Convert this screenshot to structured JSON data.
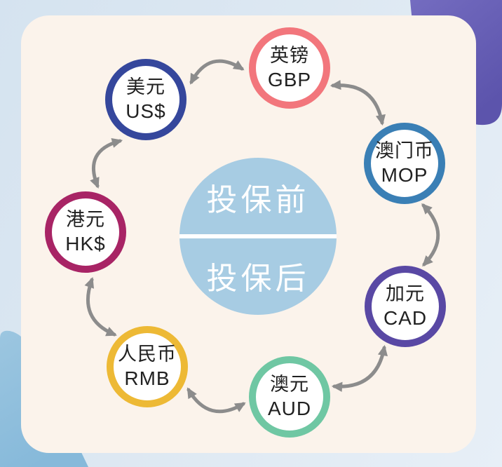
{
  "hub": {
    "line1": "投保前",
    "line2": "投保后",
    "fill": "#a7cce3",
    "text_color": "#ffffff"
  },
  "nodes": [
    {
      "name_zh": "美元",
      "code": "US$",
      "ring_color": "#35479c"
    },
    {
      "name_zh": "英镑",
      "code": "GBP",
      "ring_color": "#f2767c"
    },
    {
      "name_zh": "澳门币",
      "code": "MOP",
      "ring_color": "#3a7fb5"
    },
    {
      "name_zh": "加元",
      "code": "CAD",
      "ring_color": "#5948a4"
    },
    {
      "name_zh": "澳元",
      "code": "AUD",
      "ring_color": "#6fc7a3"
    },
    {
      "name_zh": "人民币",
      "code": "RMB",
      "ring_color": "#edb935"
    },
    {
      "name_zh": "港元",
      "code": "HK$",
      "ring_color": "#a82465"
    }
  ],
  "arrows": {
    "color": "#8c8c8c",
    "style": "double-headed"
  },
  "decor": {
    "card_bg": "#fbf3eb",
    "corner_purple": "#675fb5",
    "corner_blue": "#8cbedd"
  }
}
